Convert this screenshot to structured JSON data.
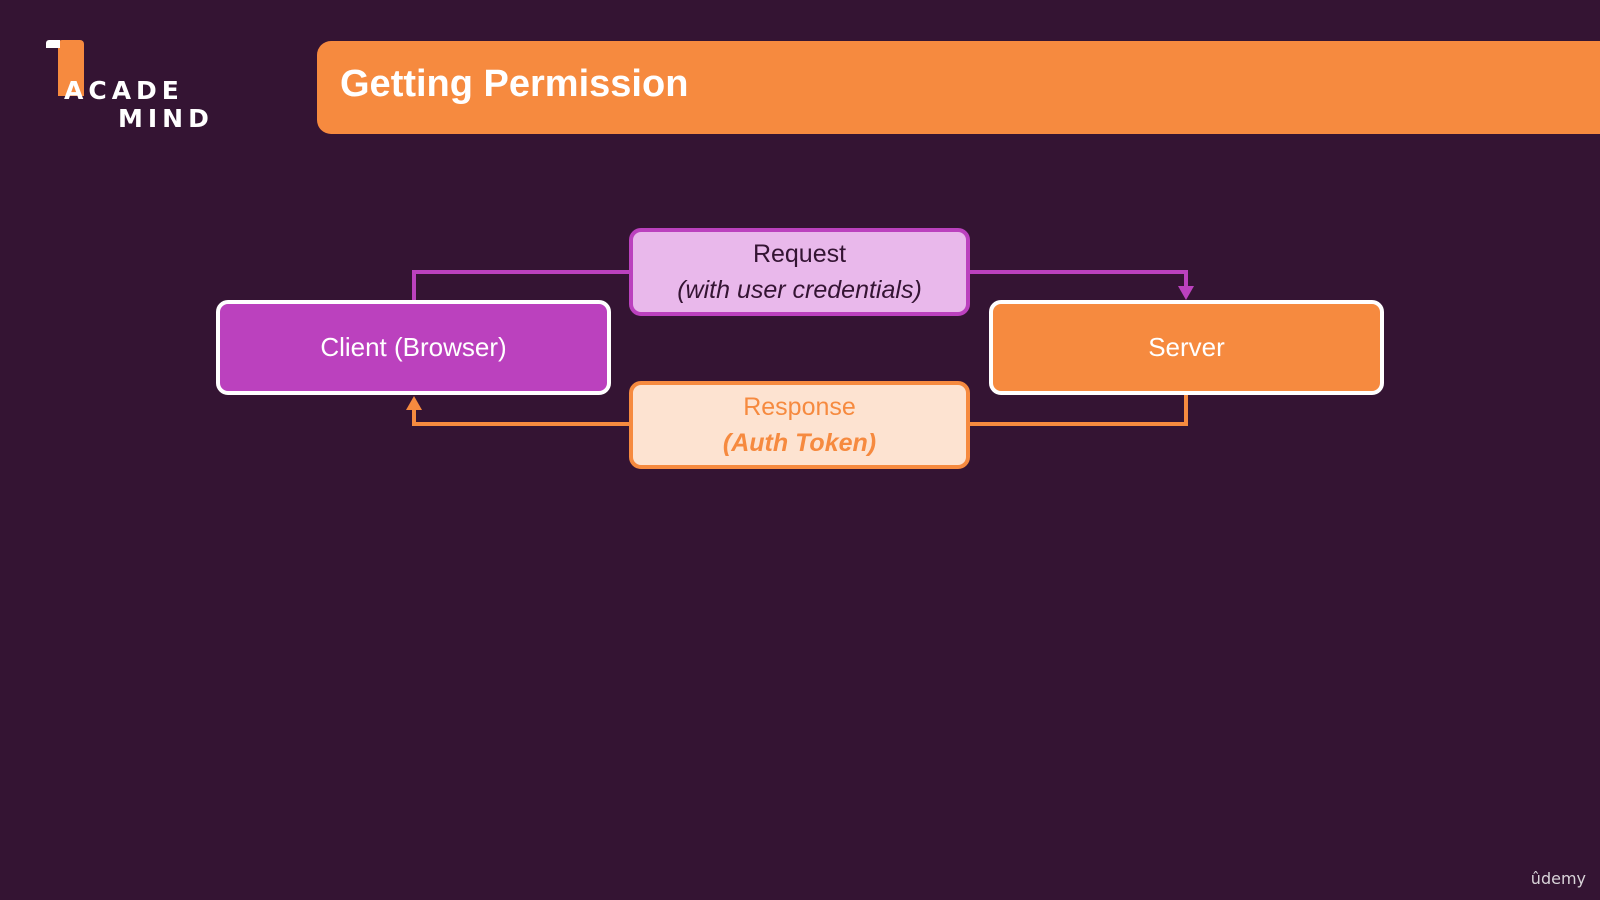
{
  "logo": {
    "line1": "ACADE",
    "line2": "MIND"
  },
  "header": {
    "title": "Getting Permission"
  },
  "diagram": {
    "client": {
      "label": "Client (Browser)"
    },
    "server": {
      "label": "Server"
    },
    "request": {
      "label": "Request",
      "detail": "(with user credentials)"
    },
    "response": {
      "label": "Response",
      "detail": "(Auth Token)"
    }
  },
  "watermark": {
    "text": "ûdemy"
  },
  "colors": {
    "background": "#341433",
    "accent_orange": "#f68a3f",
    "accent_purple": "#bb41be",
    "request_fill": "#e9b8eb",
    "response_fill": "#fde3d1"
  }
}
